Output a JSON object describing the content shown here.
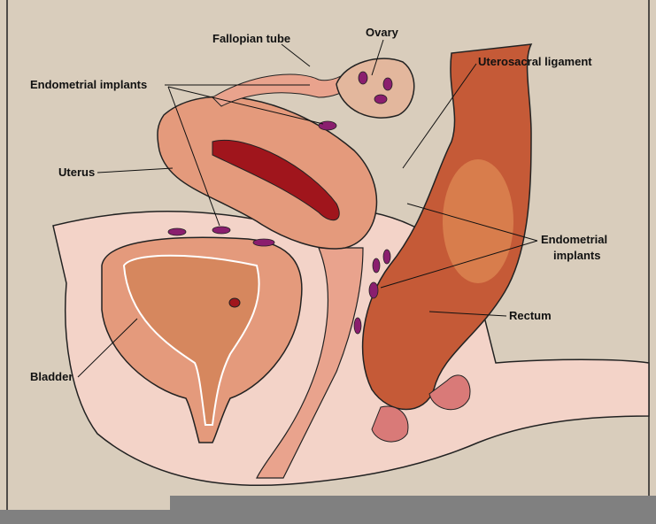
{
  "labels": {
    "fallopian_tube": "Fallopian tube",
    "ovary": "Ovary",
    "endometrial_implants_top": "Endometrial implants",
    "uterosacral_ligament": "Uterosacral ligament",
    "uterus": "Uterus",
    "endometrial_implants_right_1": "Endometrial",
    "endometrial_implants_right_2": "implants",
    "rectum": "Rectum",
    "bladder": "Bladder"
  },
  "colors": {
    "background": "#d9cdbc",
    "tissue_light": "#f3d3c8",
    "tissue_mid": "#e49a7c",
    "tissue_dark": "#b8452c",
    "implant": "#8a1e6e",
    "blood": "#a0151c"
  }
}
